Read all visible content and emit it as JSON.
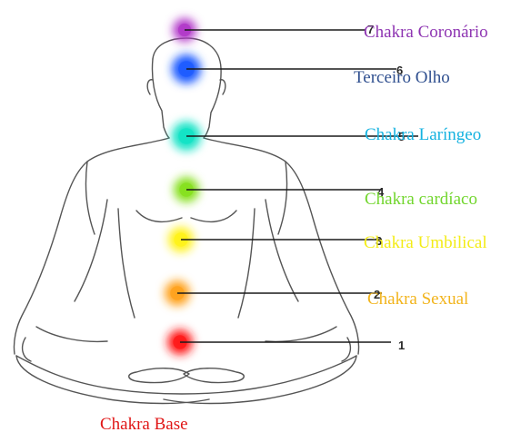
{
  "chakras": [
    {
      "number": "7",
      "label": "Chakra Coronário",
      "color": "#b23ac9",
      "text_color": "#8e35b2"
    },
    {
      "number": "6",
      "label": "Terceiro Olho",
      "color": "#1f5cff",
      "text_color": "#2f4f8f"
    },
    {
      "number": "5",
      "label": "Chakra Laríngeo",
      "color": "#13e3c6",
      "text_color": "#14b2e0"
    },
    {
      "number": "4",
      "label": "Chakra cardíaco",
      "color": "#86e01f",
      "text_color": "#72d62e"
    },
    {
      "number": "3",
      "label": "Chakra Umbilical",
      "color": "#fff21a",
      "text_color": "#f3ec17"
    },
    {
      "number": "2",
      "label": "Chakra Sexual",
      "color": "#ffa21f",
      "text_color": "#f2b41c"
    },
    {
      "number": "1",
      "label": "Chakra Base",
      "color": "#ff1a1a",
      "text_color": "#e01616"
    }
  ],
  "figure": {
    "outline_color": "#555555",
    "line_color": "#1a1a1a"
  }
}
